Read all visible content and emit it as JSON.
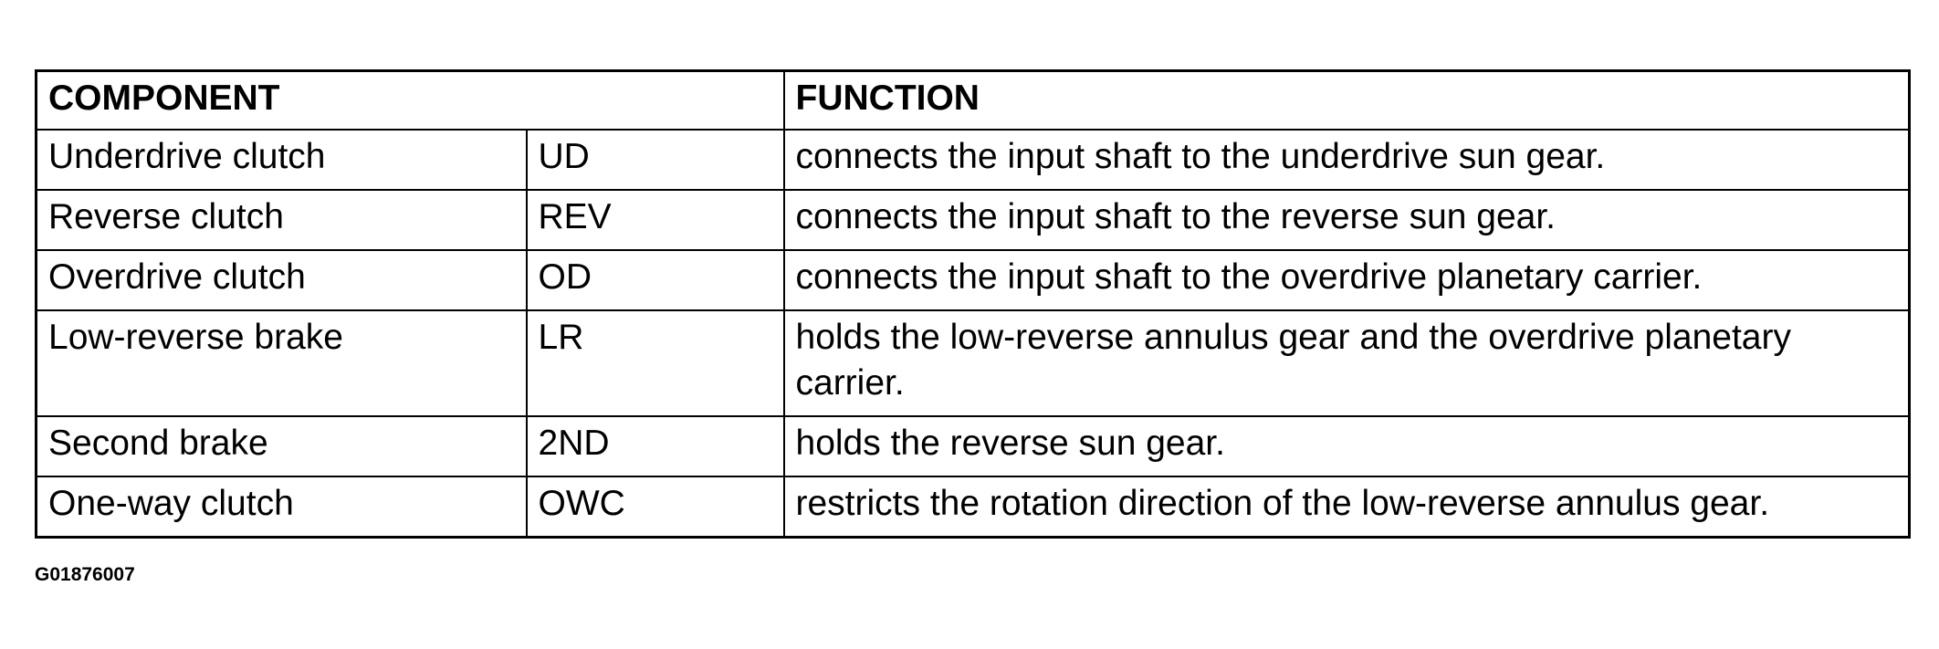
{
  "table": {
    "header": {
      "component": "COMPONENT",
      "function": "FUNCTION"
    },
    "rows": [
      {
        "name": "Underdrive clutch",
        "abbr": "UD",
        "function": "connects the input shaft to the underdrive sun gear."
      },
      {
        "name": "Reverse clutch",
        "abbr": "REV",
        "function": "connects the input shaft to the reverse sun gear."
      },
      {
        "name": "Overdrive clutch",
        "abbr": "OD",
        "function": "connects the input shaft to the overdrive planetary carrier."
      },
      {
        "name": "Low-reverse brake",
        "abbr": "LR",
        "function": "holds the low-reverse annulus gear and the overdrive planetary carrier."
      },
      {
        "name": "Second brake",
        "abbr": "2ND",
        "function": "holds the reverse sun gear."
      },
      {
        "name": "One-way clutch",
        "abbr": "OWC",
        "function": "restricts the rotation direction of the low-reverse annulus gear."
      }
    ]
  },
  "figure_id": "G01876007"
}
